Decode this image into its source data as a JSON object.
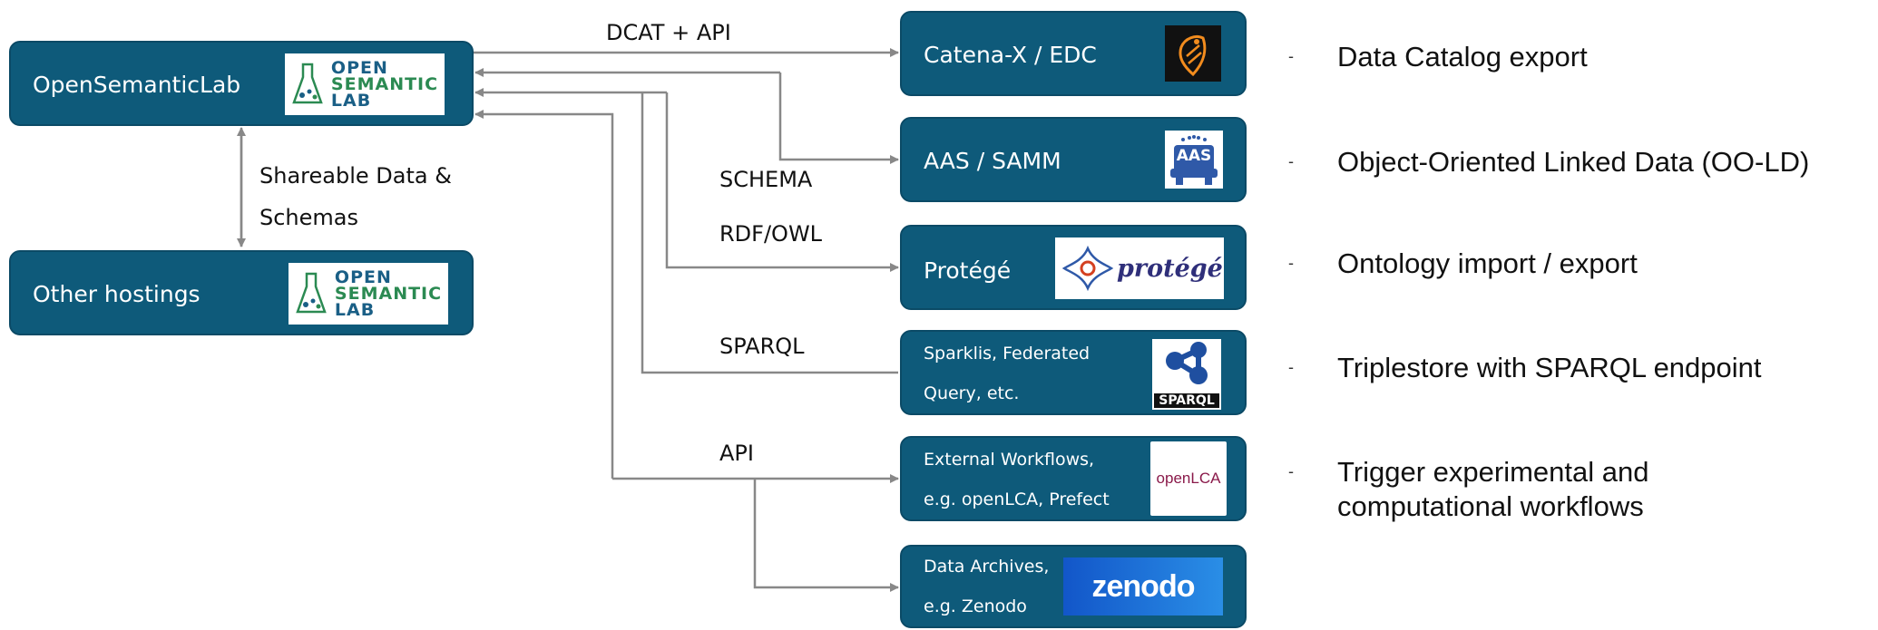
{
  "colors": {
    "box": "#0e5a7a",
    "connector": "#888888"
  },
  "nodes": {
    "osl": {
      "label": "OpenSemanticLab",
      "logo": "open-semantic-lab-logo",
      "logo_text": [
        "OPEN",
        "SEMANTIC",
        "LAB"
      ]
    },
    "other": {
      "label": "Other hostings",
      "logo": "open-semantic-lab-logo",
      "logo_text": [
        "OPEN",
        "SEMANTIC",
        "LAB"
      ]
    },
    "catena": {
      "label": "Catena-X / EDC",
      "logo": "catena-x-leaf-logo"
    },
    "aas": {
      "label": "AAS / SAMM",
      "logo": "aas-logo",
      "logo_text": "AAS"
    },
    "protege": {
      "label": "Protégé",
      "logo": "protege-logo",
      "logo_text": "protégé"
    },
    "sparklis": {
      "label_line1": "Sparklis, Federated",
      "label_line2": "Query, etc.",
      "logo": "sparql-logo",
      "logo_text": "SPARQL"
    },
    "workflows": {
      "label_line1": "External Workflows,",
      "label_line2": "e.g. openLCA, Prefect",
      "logo": "openlca-logo",
      "logo_text": "openLCA"
    },
    "archives": {
      "label_line1": "Data Archives,",
      "label_line2": "e.g. Zenodo",
      "logo": "zenodo-logo",
      "logo_text": "zenodo"
    }
  },
  "edges": {
    "dcat": "DCAT + API",
    "schema": "SCHEMA",
    "rdf": "RDF/OWL",
    "sparql": "SPARQL",
    "api": "API",
    "shareable_line1": "Shareable Data &",
    "shareable_line2": "Schemas"
  },
  "bullets": [
    {
      "dash": "-",
      "text": "Data Catalog export"
    },
    {
      "dash": "-",
      "text": "Object-Oriented Linked Data (OO-LD)"
    },
    {
      "dash": "-",
      "text": "Ontology import / export"
    },
    {
      "dash": "-",
      "text": "Triplestore with SPARQL endpoint"
    },
    {
      "dash": "-",
      "text": "Trigger experimental and\ncomputational workflows"
    }
  ]
}
